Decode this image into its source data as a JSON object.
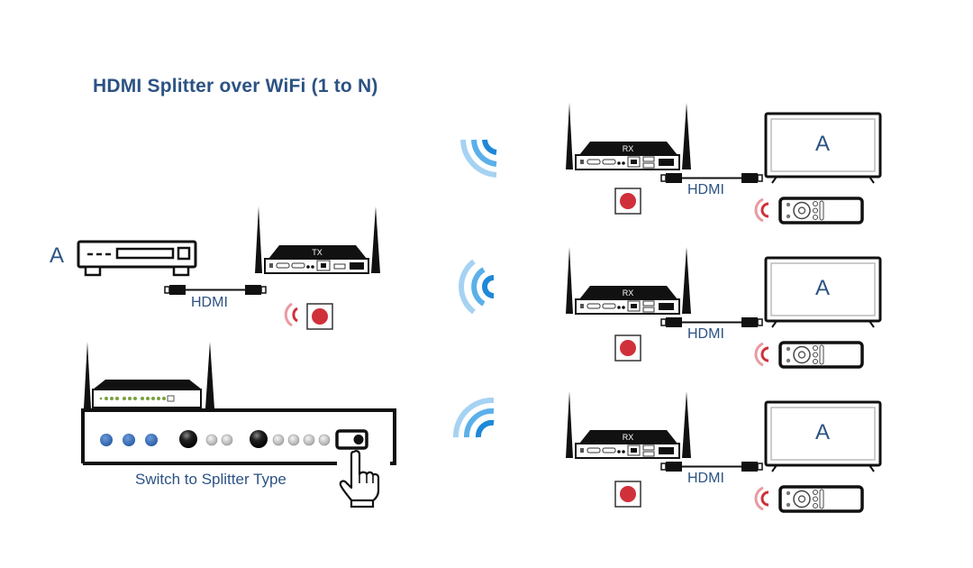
{
  "title": "HDMI Splitter over WiFi (1 to N)",
  "source": {
    "label": "A",
    "device": "media-player",
    "cable_label": "HDMI",
    "transmitter_label": "TX"
  },
  "splitter_panel": {
    "caption": "Switch to Splitter Type",
    "led_colors": {
      "blue": "#3a6fb5",
      "dark": "#1a1a1a",
      "gray": "#d0d0d0"
    }
  },
  "receivers": [
    {
      "receiver_label": "RX",
      "cable_label": "HDMI",
      "tv_label": "A"
    },
    {
      "receiver_label": "RX",
      "cable_label": "HDMI",
      "tv_label": "A"
    },
    {
      "receiver_label": "RX",
      "cable_label": "HDMI",
      "tv_label": "A"
    }
  ],
  "colors": {
    "text_blue": "#2c5283",
    "wifi_blue": "#1e88d8",
    "ir_red": "#d0303a",
    "device_black": "#111111"
  }
}
